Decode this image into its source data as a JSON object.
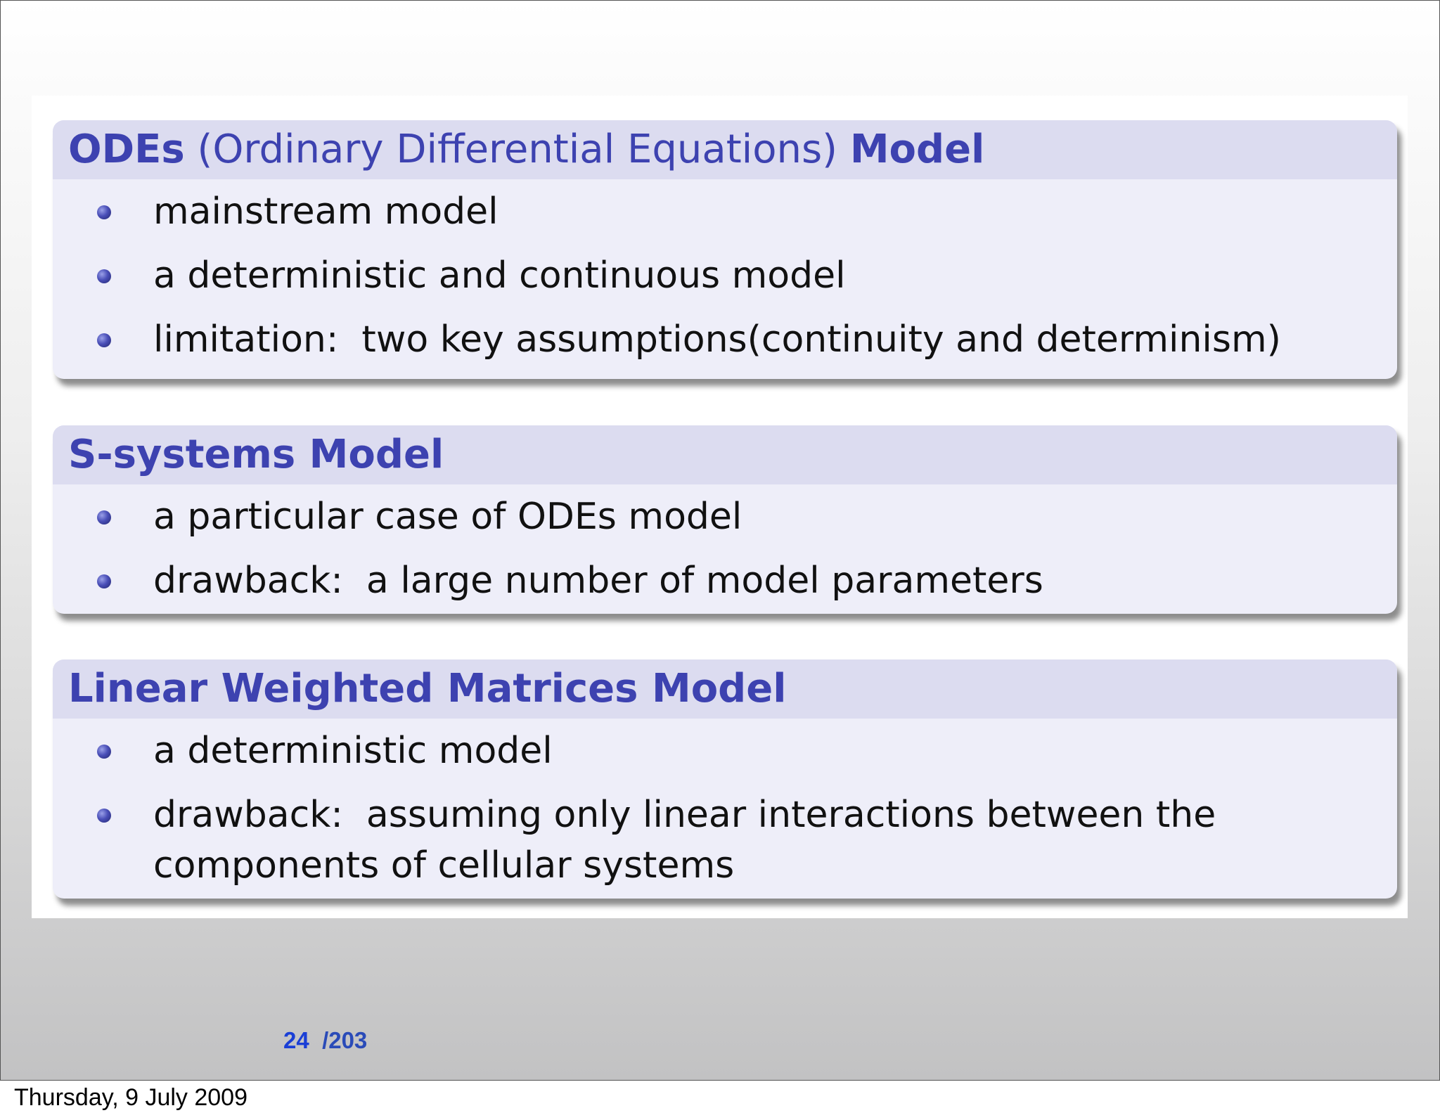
{
  "blocks": [
    {
      "title_parts": [
        "ODEs",
        " (Ordinary Differential Equations) ",
        "Model"
      ],
      "items": [
        "mainstream model",
        "a deterministic and continuous model",
        "limitation:  two key assumptions(continuity and determinism)"
      ]
    },
    {
      "title": "S-systems Model",
      "items": [
        "a particular case of ODEs model",
        "drawback:  a large number of model parameters"
      ]
    },
    {
      "title": "Linear Weighted Matrices Model",
      "items": [
        "a deterministic model",
        "drawback:  assuming only linear interactions between the components of cellular systems"
      ]
    }
  ],
  "page": {
    "current": "24",
    "total": "/203"
  },
  "footer": {
    "date": "Thursday, 9 July 2009"
  },
  "colors": {
    "title_text": "#3d42b0",
    "title_band": "#dcdcf0",
    "block_body": "#eeeef9",
    "page_number": "#1a3fd6"
  },
  "icons": {
    "bullet": "sphere-bullet-icon"
  }
}
